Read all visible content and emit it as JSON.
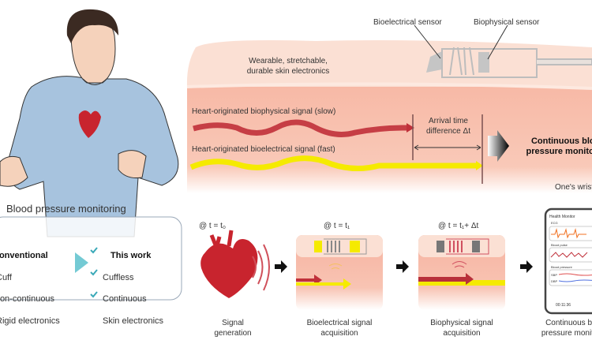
{
  "left": {
    "title": "Blood pressure monitoring",
    "conventional": {
      "header": "Conventional",
      "items": [
        "Cuff",
        "Non-continuous",
        "Rigid electronics"
      ]
    },
    "this_work": {
      "header": "This work",
      "items": [
        "Cuffless",
        "Continuous",
        "Skin electronics"
      ]
    }
  },
  "top": {
    "sensor1": "Bioelectrical sensor",
    "sensor2": "Biophysical sensor",
    "skin_electronics": [
      "Wearable, stretchable,",
      "durable skin electronics"
    ],
    "slow_signal": "Heart-originated biophysical signal (slow)",
    "fast_signal": "Heart-originated bioelectrical signal (fast)",
    "arrival": [
      "Arrival time",
      "difference Δt"
    ],
    "result": [
      "Continuous blood",
      "pressure monitoring"
    ],
    "wrist": "One's wrist"
  },
  "steps": [
    {
      "time": "@ t = t₀",
      "caption": [
        "Signal",
        "generation"
      ]
    },
    {
      "time": "@ t = t₁",
      "caption": [
        "Bioelectrical signal",
        "acquisition"
      ]
    },
    {
      "time": "@ t = t₁+ Δt",
      "caption": [
        "Biophysical signal",
        "acquisition"
      ]
    },
    {
      "caption": [
        "Continuous blood",
        "pressure monitoring"
      ]
    }
  ],
  "phone": {
    "title": "Health Monitor",
    "ecg": "ECG",
    "pulse": "Blood pulse",
    "pressure": "Blood pressure",
    "sbp": "SBP",
    "dbp": "DBP",
    "timer": "00:11:36"
  },
  "colors": {
    "skin_top": "#fbe0d4",
    "skin_deep": "#f7b9a6",
    "slow_signal": "#c0303a",
    "fast_signal": "#f5ea00",
    "shirt": "#a7c3de",
    "check": "#3aa9b8"
  }
}
